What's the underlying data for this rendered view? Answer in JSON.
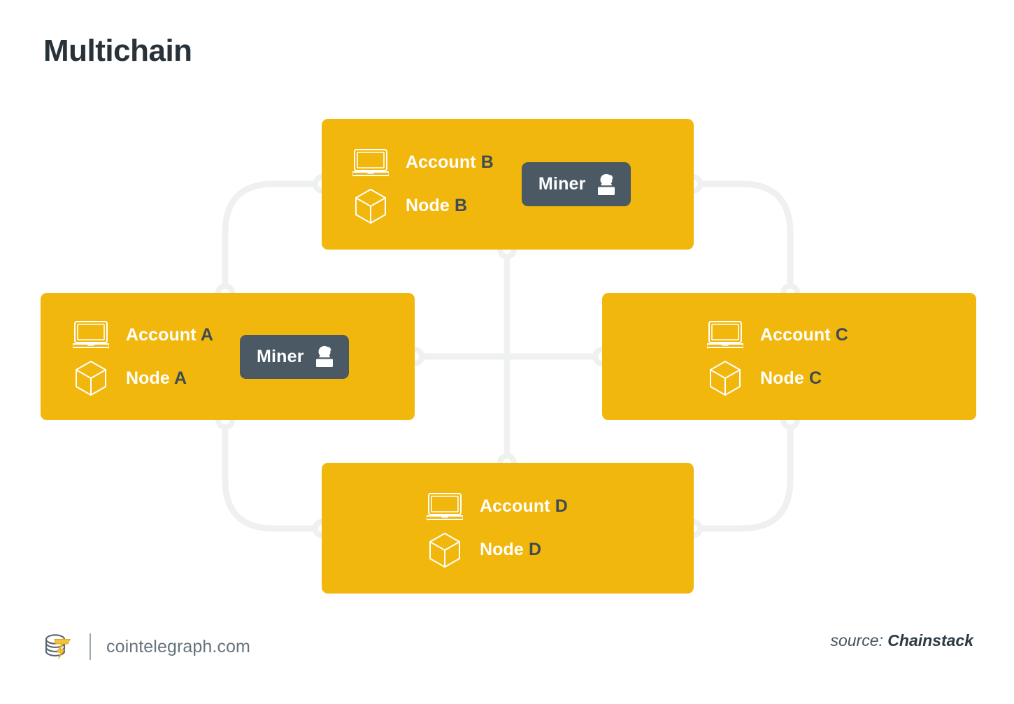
{
  "page": {
    "title": "Multichain",
    "background": "#ffffff",
    "accent_yellow": "#F2B70D",
    "accent_slate": "#4A5963",
    "title_color": "#283238",
    "connector_color": "#EFF0F0"
  },
  "nodes": [
    {
      "id": "b",
      "position": "top",
      "account_label": "Account",
      "account_tag": "B",
      "node_label": "Node",
      "node_tag": "B",
      "has_miner": true,
      "miner_label": "Miner",
      "laptop_icon": "laptop-icon",
      "cube_icon": "cube-icon",
      "miner_icon": "miner-person-icon"
    },
    {
      "id": "a",
      "position": "left",
      "account_label": "Account",
      "account_tag": "A",
      "node_label": "Node",
      "node_tag": "A",
      "has_miner": true,
      "miner_label": "Miner",
      "laptop_icon": "laptop-icon",
      "cube_icon": "cube-icon",
      "miner_icon": "miner-person-icon"
    },
    {
      "id": "c",
      "position": "right",
      "account_label": "Account",
      "account_tag": "C",
      "node_label": "Node",
      "node_tag": "C",
      "has_miner": false,
      "miner_label": "",
      "laptop_icon": "laptop-icon",
      "cube_icon": "cube-icon"
    },
    {
      "id": "d",
      "position": "bottom",
      "account_label": "Account",
      "account_tag": "D",
      "node_label": "Node",
      "node_tag": "D",
      "has_miner": false,
      "miner_label": "",
      "laptop_icon": "laptop-icon",
      "cube_icon": "cube-icon"
    }
  ],
  "footer": {
    "logo_icon": "cointelegraph-coin-logo",
    "url": "cointelegraph.com",
    "source_prefix": "source:",
    "source_name": "Chainstack"
  }
}
